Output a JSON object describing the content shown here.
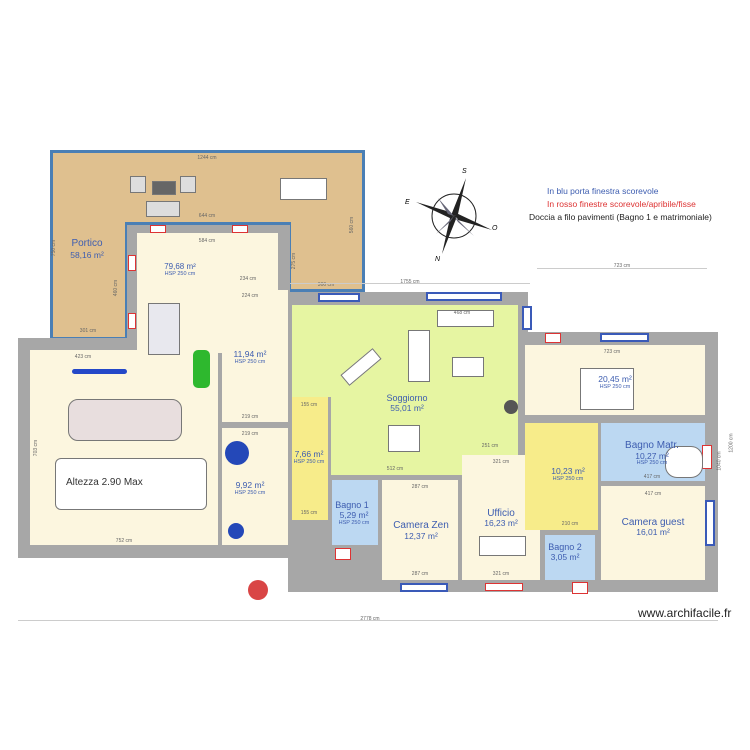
{
  "legend": {
    "blue_note": "In blu porta finestra scorevole",
    "red_note": "In rosso finestre scorevole/apribile/fisse",
    "shower_note": "Doccia a filo pavimenti (Bagno 1 e matrimoniale)"
  },
  "colors": {
    "blue_window": "#3a5ab8",
    "red_window": "#d33333",
    "wall": "#a7a7a7",
    "porch": "#dfc08f",
    "living": "#e6f5a2",
    "bath": "#bcd8f2",
    "hall": "#f7ec8a",
    "room": "#fcf6df"
  },
  "compass": {
    "north": "N",
    "south": "S",
    "east": "E",
    "west": "O"
  },
  "rooms": {
    "portico": {
      "name": "Portico",
      "area": "58,16 m²"
    },
    "garage": {
      "area": "79,68 m²",
      "hsp": "HSP 250 cm",
      "note": "Altezza 2.90 Max"
    },
    "room_1194": {
      "area": "11,94 m²",
      "hsp": "HSP 250 cm"
    },
    "room_992": {
      "area": "9,92 m²",
      "hsp": "HSP 250 cm"
    },
    "hall_766": {
      "area": "7,66 m²",
      "hsp": "HSP 250 cm"
    },
    "soggiorno": {
      "name": "Soggiorno",
      "area": "55,01 m²"
    },
    "bagno1": {
      "name": "Bagno 1",
      "area": "5,29 m²",
      "hsp": "HSP 250 cm"
    },
    "camera_zen": {
      "name": "Camera Zen",
      "area": "12,37 m²"
    },
    "ufficio": {
      "name": "Ufficio",
      "area": "16,23 m²"
    },
    "hall_1023": {
      "area": "10,23 m²",
      "hsp": "HSP 250 cm"
    },
    "bagno2": {
      "name": "Bagno 2",
      "area": "3,05 m²"
    },
    "master": {
      "area": "20,45 m²",
      "hsp": "HSP 250 cm"
    },
    "bagno_matr": {
      "name": "Bagno Matr.",
      "area": "10,27 m²",
      "hsp": "HSP 250 cm"
    },
    "camera_guest": {
      "name": "Camera guest",
      "area": "16,01 m²"
    }
  },
  "dimensions": {
    "d1244": "1244 cm",
    "d644": "644 cm",
    "d584": "584 cm",
    "d301": "301 cm",
    "d750": "750 cm",
    "d460": "460 cm",
    "d300": "300 cm",
    "d560": "560 cm",
    "d275": "275 cm",
    "d234": "234 cm",
    "d224": "224 cm",
    "d423": "423 cm",
    "d752": "752 cm",
    "d703": "703 cm",
    "d1755": "1755 cm",
    "d723top": "723 cm",
    "d723": "723 cm",
    "d2778": "2778 cm",
    "d1200": "1200 cm",
    "d1040": "1040 cm",
    "d512": "512 cm",
    "d251": "251 cm",
    "d321a": "321 cm",
    "d321b": "321 cm",
    "d287a": "287 cm",
    "d287b": "287 cm",
    "d417a": "417 cm",
    "d417b": "417 cm",
    "d210": "210 cm",
    "d219a": "219 cm",
    "d219b": "219 cm",
    "d155a": "155 cm",
    "d155b": "155 cm",
    "d468": "468 cm"
  },
  "watermark": "www.archifacile.fr"
}
